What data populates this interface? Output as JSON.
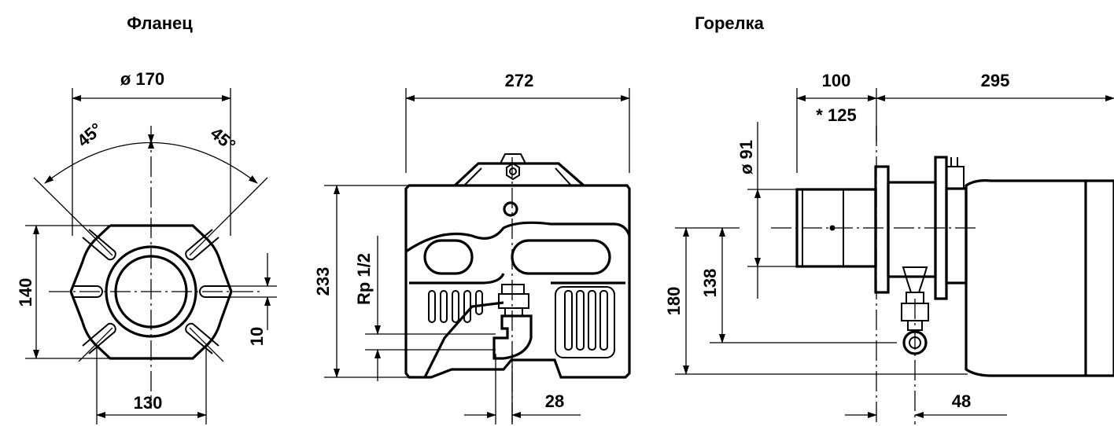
{
  "titles": {
    "flange": "Фланец",
    "burner": "Горелка"
  },
  "dims": {
    "d170": "ø 170",
    "a45_left": "45°",
    "a45_right": "45°",
    "d140": "140",
    "d10": "10",
    "d130": "130",
    "d272": "272",
    "d233": "233",
    "rp": "Rp 1/2",
    "d28": "28",
    "d100": "100",
    "d125": "* 125",
    "d295": "295",
    "d91": "ø 91",
    "d138": "138",
    "d180": "180",
    "d48": "48"
  }
}
